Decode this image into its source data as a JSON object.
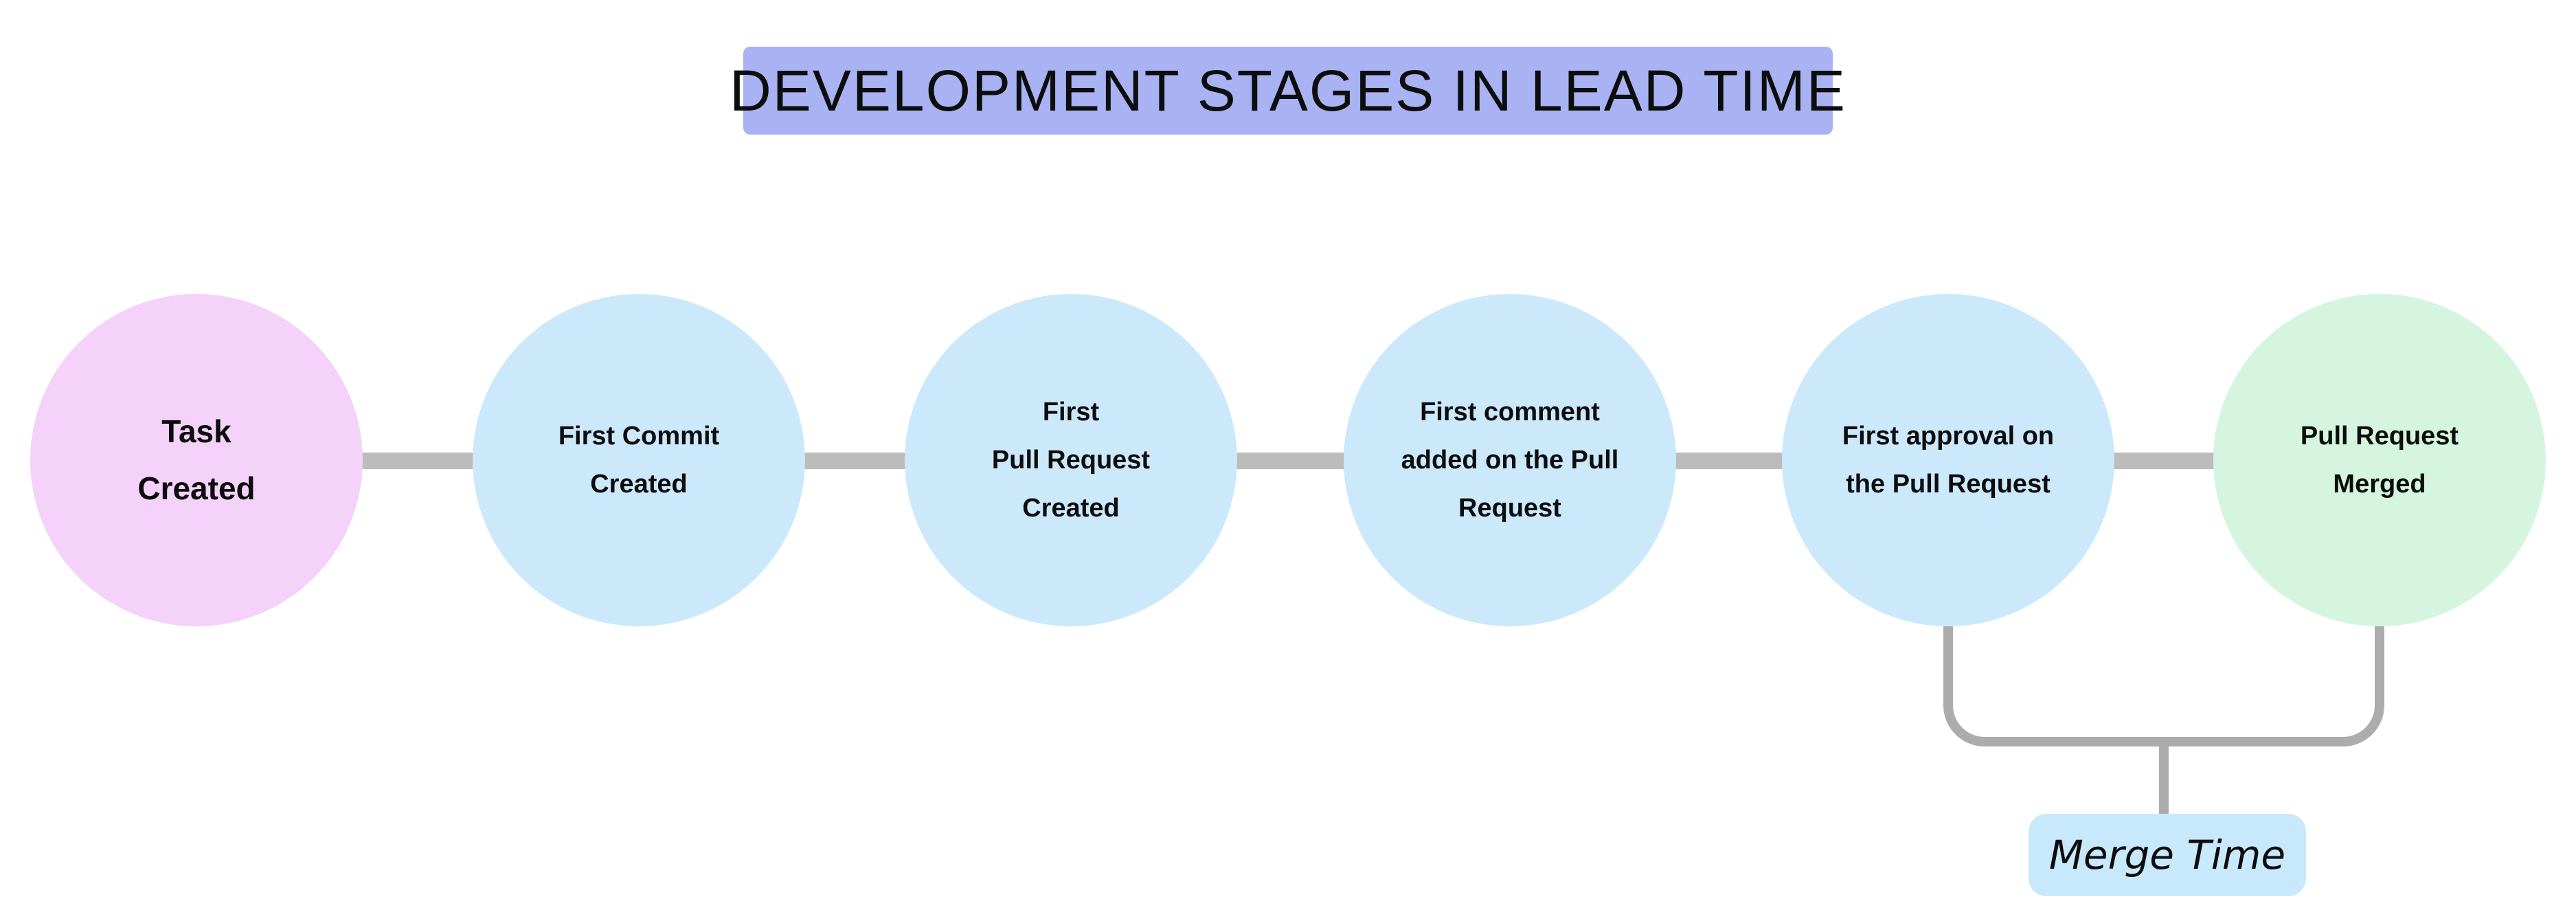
{
  "title": {
    "text": "DEVELOPMENT STAGES IN LEAD TIME",
    "bg_color": "#a9b2f2",
    "text_color": "#111111"
  },
  "stages": [
    {
      "label": "Task\nCreated",
      "color": "#f4d2fa"
    },
    {
      "label": "First Commit\nCreated",
      "color": "#cce9fc"
    },
    {
      "label": "First\nPull Request\nCreated",
      "color": "#cce9fc"
    },
    {
      "label": "First comment\nadded on the Pull\nRequest",
      "color": "#cce9fc"
    },
    {
      "label": "First approval on\nthe Pull Request",
      "color": "#cce9fc"
    },
    {
      "label": "Pull Request\nMerged",
      "color": "#d5f5e0"
    }
  ],
  "connector": {
    "color": "#bcbcbc"
  },
  "merge_annotation": {
    "label": "Merge Time",
    "bg_color": "#c8e9fc",
    "bracket_color": "#acacac"
  }
}
